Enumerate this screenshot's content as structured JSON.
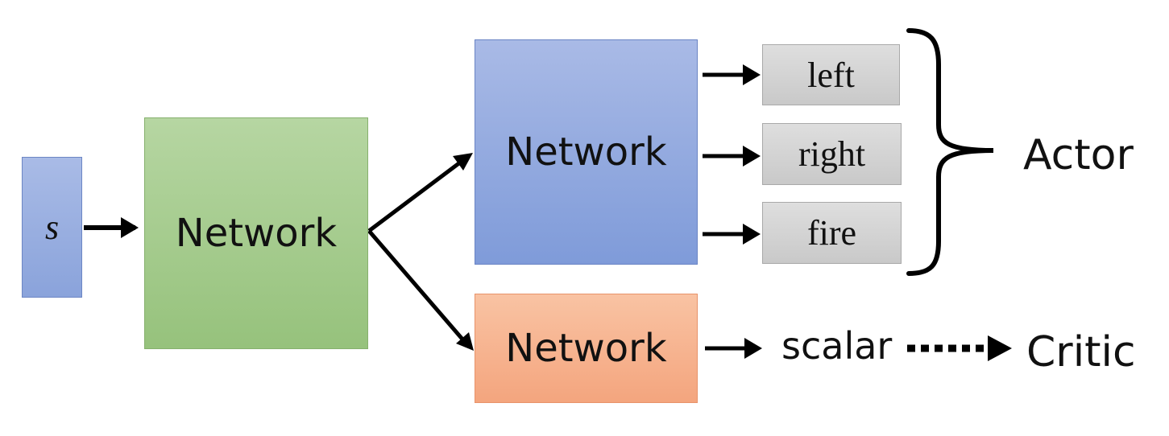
{
  "diagram": {
    "input": {
      "label": "s"
    },
    "shared_network": {
      "label": "Network"
    },
    "actor_network": {
      "label": "Network"
    },
    "critic_network": {
      "label": "Network"
    },
    "actions": [
      "left",
      "right",
      "fire"
    ],
    "critic_output": {
      "label": "scalar"
    },
    "groups": {
      "actor": "Actor",
      "critic": "Critic"
    },
    "colors": {
      "input": "#8aa3db",
      "shared_network": "#9fc785",
      "actor_network": "#8ea7dd",
      "critic_network": "#f6b08c",
      "action_box": "#d3d3d3",
      "arrow": "#000000"
    }
  }
}
